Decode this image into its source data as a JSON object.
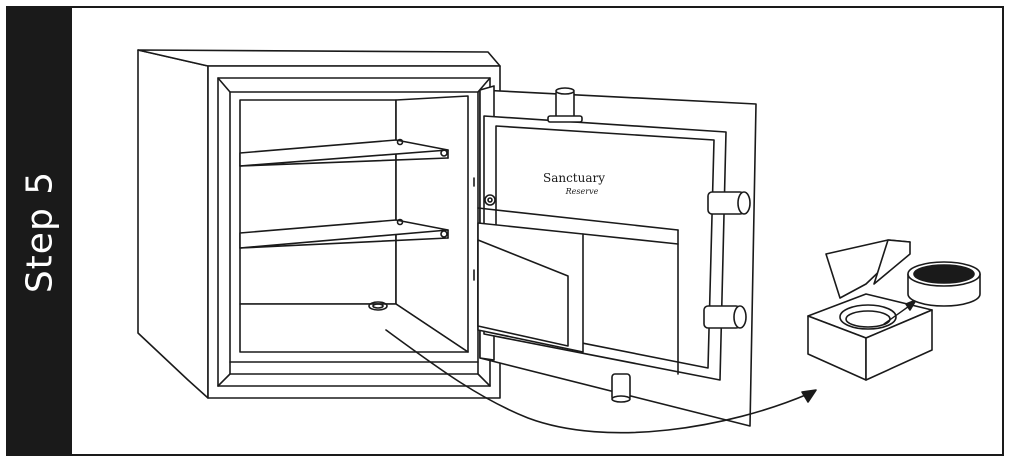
{
  "step": {
    "label": "Step 5"
  },
  "brand": {
    "name": "Sanctuary",
    "subname": "Reserve"
  },
  "colors": {
    "band": "#1a1a1a",
    "line": "#1a1a1a",
    "background": "#ffffff"
  }
}
